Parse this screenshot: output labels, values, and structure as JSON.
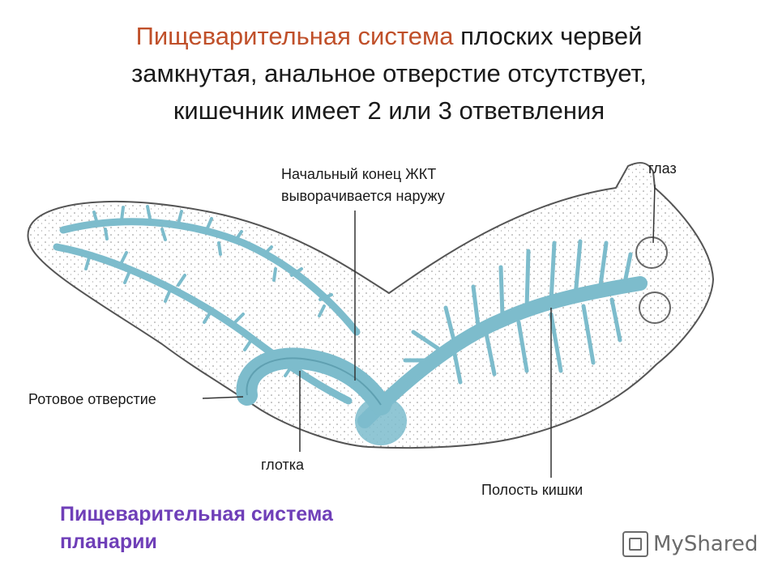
{
  "title": {
    "highlight": "Пищеварительная система",
    "line1_rest": " плоских червей",
    "line2": "замкнутая, анальное отверстие отсутствует,",
    "line3": "кишечник имеет 2 или 3 ответвления"
  },
  "labels": {
    "eye": "глаз",
    "start_line1": "Начальный конец ЖКТ",
    "start_line2": "выворачивается наружу",
    "mouth": "Ротовое отверстие",
    "pharynx": "глотка",
    "cavity": "Полость кишки"
  },
  "caption": {
    "line1": "Пищеварительная система",
    "line2": "планарии"
  },
  "logo": {
    "text": "MyShared"
  },
  "colors": {
    "title_highlight": "#c0502a",
    "caption": "#6f3fb8",
    "gut": "#7dbccc",
    "outline": "#555555"
  }
}
